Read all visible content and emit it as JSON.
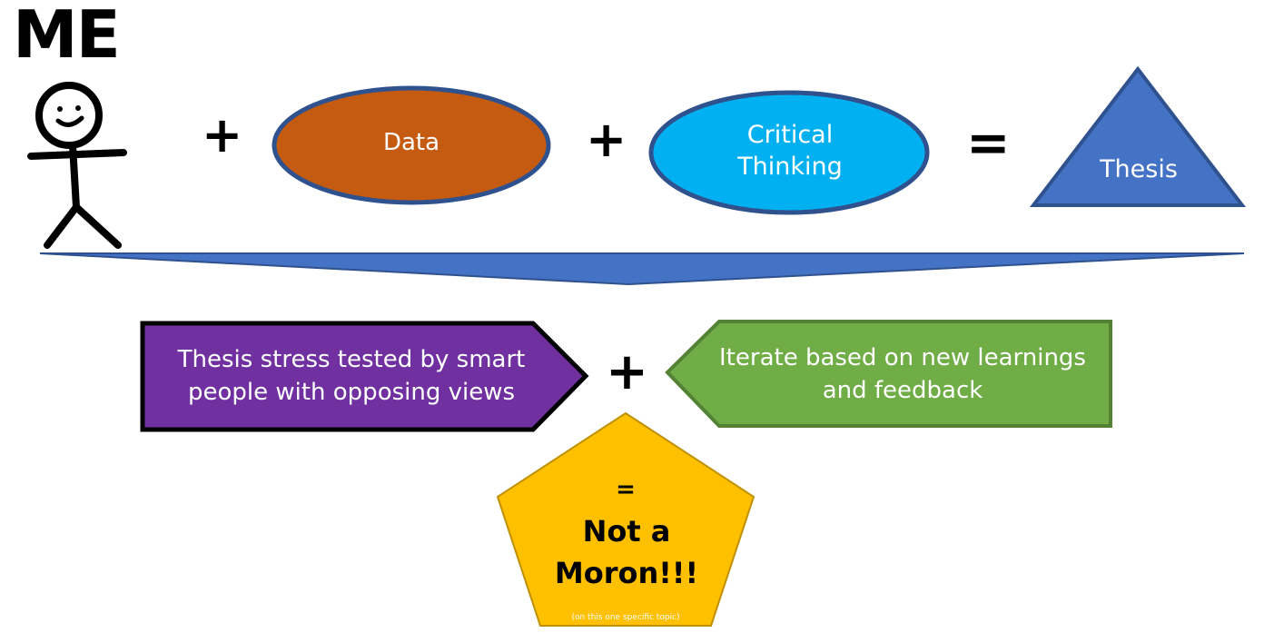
{
  "title": "ME",
  "operators": {
    "plus1": "+",
    "plus2": "+",
    "equals1": "=",
    "plus3": "+"
  },
  "shapes": {
    "data": "Data",
    "critical_thinking": "Critical Thinking",
    "thesis": "Thesis",
    "stress_test": "Thesis stress tested by smart people with opposing views",
    "iterate": "Iterate based on new learnings and feedback"
  },
  "result": {
    "equals": "=",
    "main": "Not a Moron!!!",
    "note": "(on this one specific topic)"
  },
  "colors": {
    "data_fill": "#c55a11",
    "critical_fill": "#00b0f0",
    "thesis_fill": "#4472c4",
    "arrow_fill": "#4472c4",
    "stress_fill": "#7030a0",
    "iterate_fill": "#70ad47",
    "result_fill": "#ffc000",
    "outline_blue": "#2f528f"
  }
}
